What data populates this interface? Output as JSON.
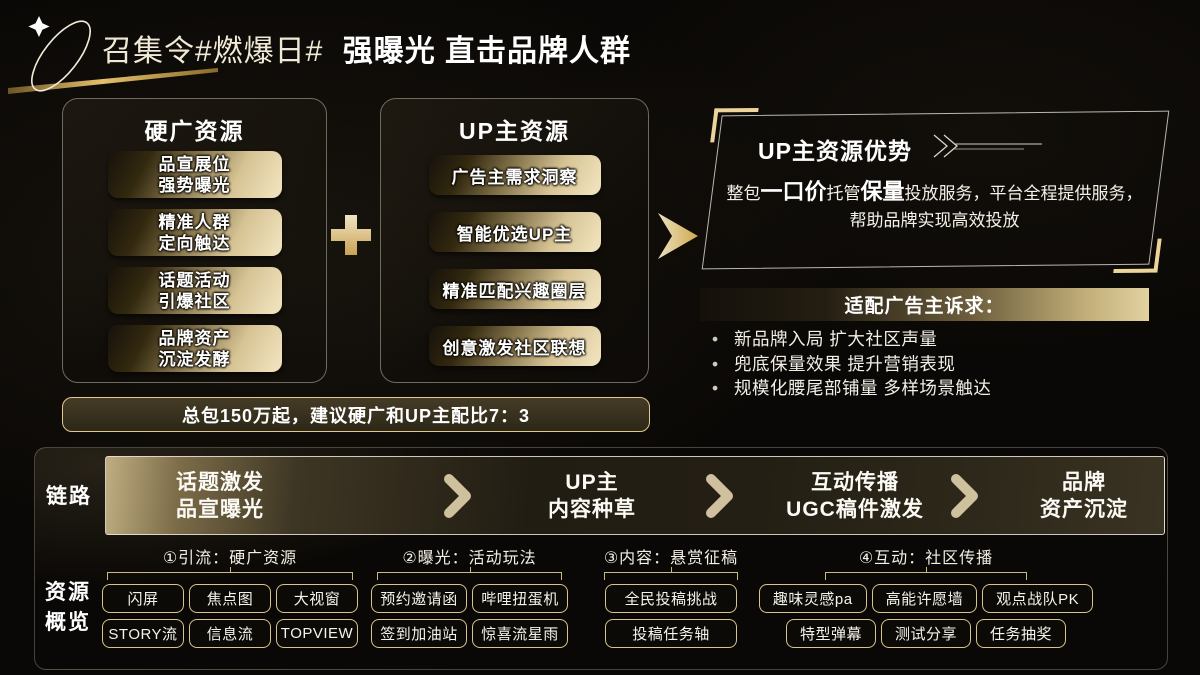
{
  "page": {
    "title_light": "召集令#燃爆日#",
    "title_bold": "强曝光 直击品牌人群"
  },
  "hard_ad_box": {
    "title": "硬广资源",
    "items": [
      {
        "line1": "品宣展位",
        "line2": "强势曝光"
      },
      {
        "line1": "精准人群",
        "line2": "定向触达"
      },
      {
        "line1": "话题活动",
        "line2": "引爆社区"
      },
      {
        "line1": "品牌资产",
        "line2": "沉淀发酵"
      }
    ]
  },
  "up_box": {
    "title": "UP主资源",
    "items": [
      "广告主需求洞察",
      "智能优选UP主",
      "精准匹配兴趣圈层",
      "创意激发社区联想"
    ]
  },
  "advantage": {
    "title": "UP主资源优势",
    "text_runs": [
      {
        "text": "整包"
      },
      {
        "text": "一口价",
        "em": true
      },
      {
        "text": "托管"
      },
      {
        "text": "保量",
        "em": true
      },
      {
        "text": "投放服务，平台全程提供服务，帮助品牌实现高效投放"
      }
    ]
  },
  "demands": {
    "banner": "适配广告主诉求：",
    "bullets": [
      "新品牌入局 扩大社区声量",
      "兜底保量效果 提升营销表现",
      "规模化腰尾部铺量 多样场景触达"
    ]
  },
  "package_note": {
    "text": "总包150万起，建议硬广和UP主配比7：3"
  },
  "funnel": {
    "label": "链路",
    "steps": [
      {
        "line1": "话题激发",
        "line2": "品宣曝光"
      },
      {
        "line1": "UP主",
        "line2": "内容种草"
      },
      {
        "line1": "互动传播",
        "line2": "UGC稿件激发"
      },
      {
        "line1": "品牌",
        "line2": "资产沉淀"
      }
    ]
  },
  "resources": {
    "label_line1": "资源",
    "label_line2": "概览",
    "groups": [
      {
        "title": "①引流：硬广资源",
        "rows": [
          [
            "闪屏",
            "焦点图",
            "大视窗"
          ],
          [
            "STORY流",
            "信息流",
            "TOPVIEW"
          ]
        ]
      },
      {
        "title": "②曝光：活动玩法",
        "rows": [
          [
            "预约邀请函",
            "哔哩扭蛋机"
          ],
          [
            "签到加油站",
            "惊喜流星雨"
          ]
        ]
      },
      {
        "title": "③内容：悬赏征稿",
        "rows": [
          [
            "全民投稿挑战"
          ],
          [
            "投稿任务轴"
          ]
        ]
      },
      {
        "title": "④互动：社区传播",
        "rows": [
          [
            "趣味灵感pa",
            "高能许愿墙",
            "观点战队PK"
          ],
          [
            "特型弹幕",
            "测试分享",
            "任务抽奖"
          ]
        ]
      }
    ]
  },
  "icons": {
    "comet": "orbit-sparkle",
    "plus": "+",
    "flow_arrow": "➤",
    "step_chevron": "❯",
    "advantage_arrow": "»——"
  },
  "colors": {
    "background": "#0a0806",
    "gold_border": "#d9c48b",
    "gold_bracket": "#ecd49a",
    "pill_highlight": "#eee0ba",
    "banner_gold": "#e2d2a0",
    "text": "#ffffff"
  }
}
